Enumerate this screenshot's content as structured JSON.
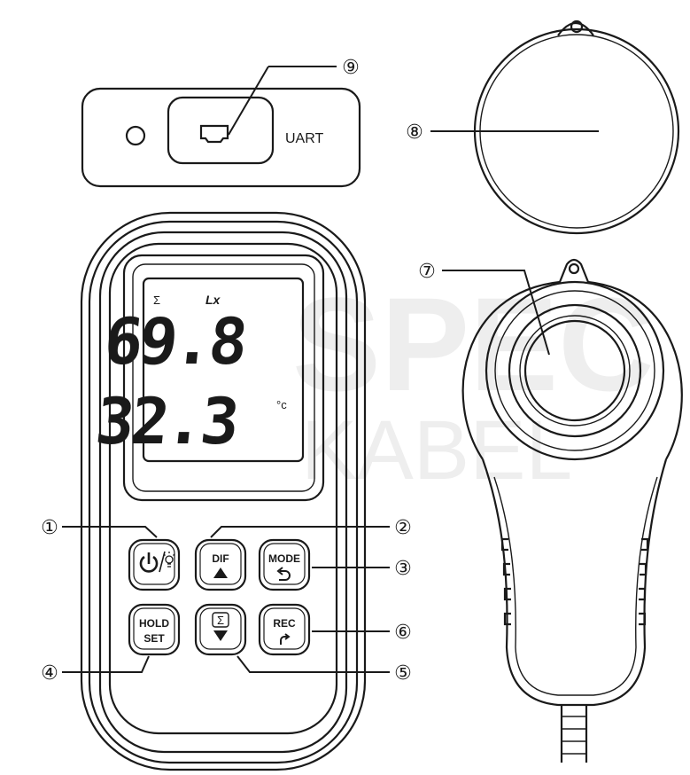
{
  "connector_panel": {
    "label": "UART"
  },
  "display": {
    "sigma_symbol": "Σ",
    "unit_lux": "Lx",
    "reading_lux": "69.8",
    "reading_temp": "32.3",
    "unit_temp": "°c"
  },
  "buttons": {
    "dif": "DIF",
    "mode": "MODE",
    "hold": "HOLD",
    "set": "SET",
    "sigma": "Σ",
    "rec": "REC"
  },
  "callouts": {
    "c1": "①",
    "c2": "②",
    "c3": "③",
    "c4": "④",
    "c5": "⑤",
    "c6": "⑥",
    "c7": "⑦",
    "c8": "⑧",
    "c9": "⑨"
  },
  "watermark": {
    "line1": "SPEC",
    "line2": "KABEL"
  },
  "colors": {
    "ink": "#1a1a1a",
    "watermark": "#eeeeee"
  }
}
